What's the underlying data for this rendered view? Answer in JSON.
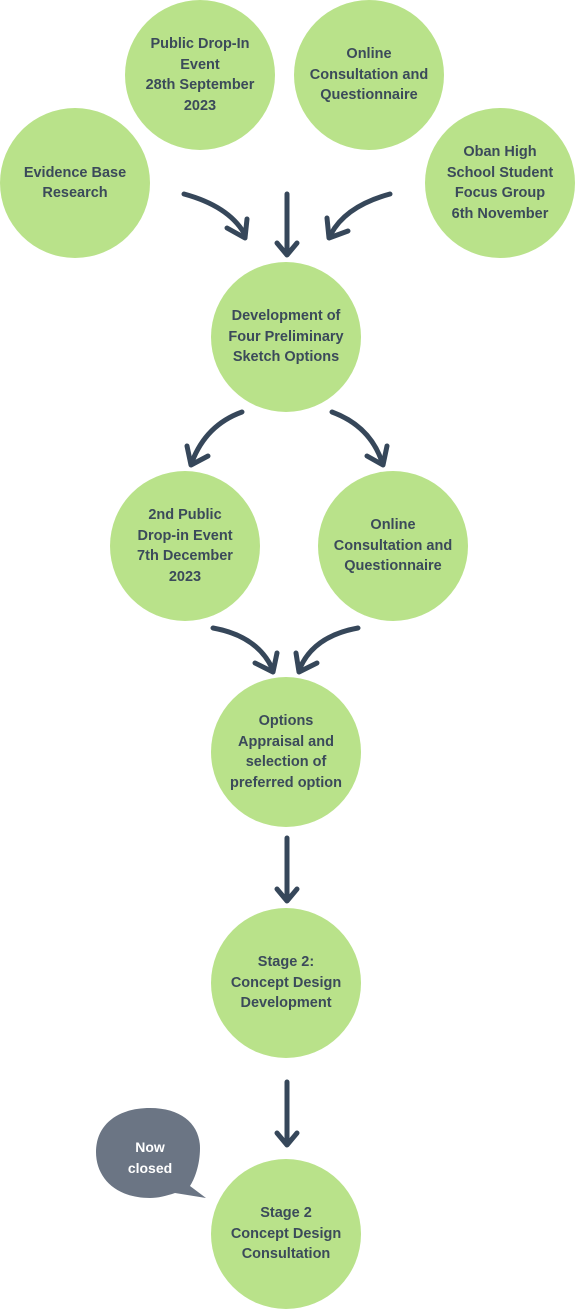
{
  "colors": {
    "node_fill": "#b9e28a",
    "node_text": "#3b4a5a",
    "arrow": "#36475a",
    "bubble_fill": "#6b7584",
    "bubble_text": "#ffffff"
  },
  "nodes": {
    "public_dropin": "Public Drop-In\nEvent\n28th September\n2023",
    "online_consultation_1": "Online\nConsultation and\nQuestionnaire",
    "evidence_base": "Evidence Base\nResearch",
    "oban_high": "Oban High\nSchool Student\nFocus Group\n6th November",
    "development": "Development of\nFour Preliminary\nSketch Options",
    "second_dropin": "2nd Public\nDrop-in Event\n7th December\n2023",
    "online_consultation_2": "Online\nConsultation and\nQuestionnaire",
    "options_appraisal": "Options\nAppraisal and\nselection of\npreferred option",
    "stage2_concept": "Stage 2:\nConcept Design\nDevelopment",
    "stage2_consultation": "Stage 2\nConcept Design\nConsultation"
  },
  "status_bubble": {
    "text": "Now\nclosed",
    "icon": "speech-bubble-icon"
  }
}
